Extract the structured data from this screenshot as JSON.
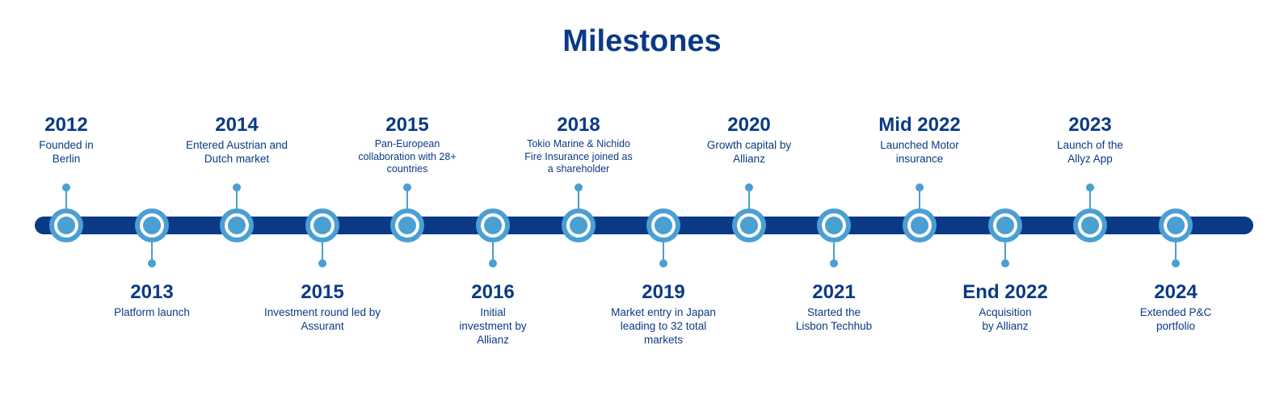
{
  "title": "Milestones",
  "colors": {
    "primary": "#0a3a86",
    "accent": "#4a9fd3"
  },
  "milestones": [
    {
      "year": "2012",
      "desc": "Founded in\nBerlin",
      "position": "above"
    },
    {
      "year": "2013",
      "desc": "Platform launch",
      "position": "below"
    },
    {
      "year": "2014",
      "desc": "Entered Austrian and\nDutch market",
      "position": "above"
    },
    {
      "year": "2015",
      "desc": "Investment round led by\nAssurant",
      "position": "below"
    },
    {
      "year": "2015",
      "desc": "Pan-European\ncollaboration with 28+\ncountries",
      "position": "above"
    },
    {
      "year": "2016",
      "desc": "Initial\ninvestment by\nAllianz",
      "position": "below"
    },
    {
      "year": "2018",
      "desc": "Tokio Marine & Nichido\nFire Insurance joined as\na shareholder",
      "position": "above"
    },
    {
      "year": "2019",
      "desc": "Market entry in Japan\nleading to 32 total\nmarkets",
      "position": "below"
    },
    {
      "year": "2020",
      "desc": "Growth capital by\nAllianz",
      "position": "above"
    },
    {
      "year": "2021",
      "desc": "Started the\nLisbon Techhub",
      "position": "below"
    },
    {
      "year": "Mid 2022",
      "desc": "Launched Motor\ninsurance",
      "position": "above"
    },
    {
      "year": "End 2022",
      "desc": "Acquisition\nby Allianz",
      "position": "below"
    },
    {
      "year": "2023",
      "desc": "Launch of the\nAllyz App",
      "position": "above"
    },
    {
      "year": "2024",
      "desc": "Extended P&C\nportfolio",
      "position": "below"
    }
  ]
}
